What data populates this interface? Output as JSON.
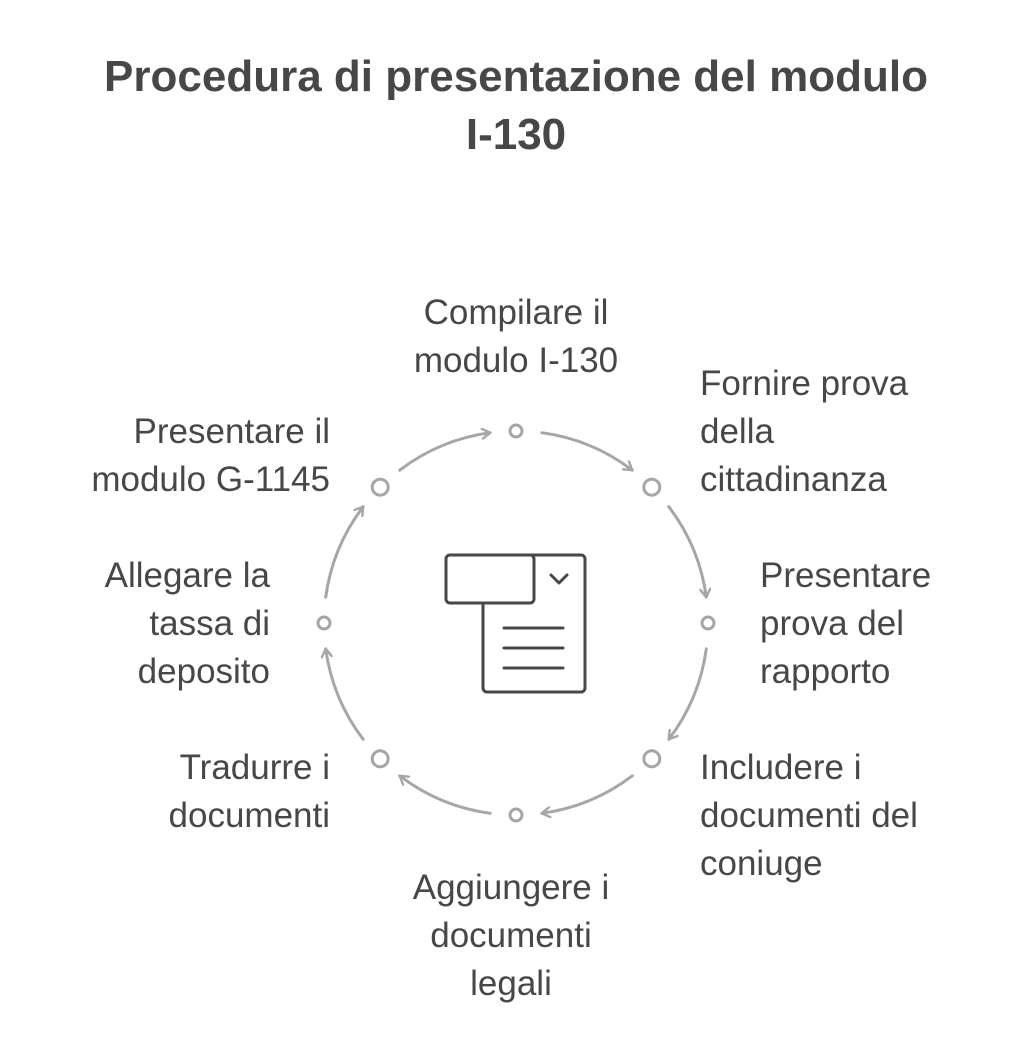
{
  "title": {
    "line1": "Procedura di presentazione del modulo",
    "line2": "I-130"
  },
  "center_icon": "document-form-icon",
  "colors": {
    "text": "#474747",
    "stroke": "#a6a6a6",
    "icon": "#474747",
    "background": "#ffffff"
  },
  "steps": [
    {
      "lines": [
        "Compilare il",
        "modulo I-130"
      ]
    },
    {
      "lines": [
        "Fornire prova",
        "della",
        "cittadinanza"
      ]
    },
    {
      "lines": [
        "Presentare",
        "prova del",
        "rapporto"
      ]
    },
    {
      "lines": [
        "Includere i",
        "documenti del",
        "coniuge"
      ]
    },
    {
      "lines": [
        "Aggiungere i",
        "documenti",
        "legali"
      ]
    },
    {
      "lines": [
        "Tradurre i",
        "documenti"
      ]
    },
    {
      "lines": [
        "Allegare la",
        "tassa di",
        "deposito"
      ]
    },
    {
      "lines": [
        "Presentare il",
        "modulo G-1145"
      ]
    }
  ]
}
